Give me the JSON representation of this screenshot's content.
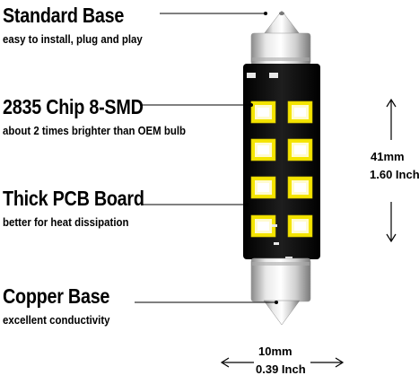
{
  "features": [
    {
      "title": "Standard Base",
      "subtitle": "easy to install, plug and play"
    },
    {
      "title": "2835 Chip 8-SMD",
      "subtitle": "about 2 times brighter than OEM bulb"
    },
    {
      "title": "Thick PCB Board",
      "subtitle": "better for heat dissipation"
    },
    {
      "title": "Copper Base",
      "subtitle": "excellent conductivity"
    }
  ],
  "dimensions": {
    "length_mm": "41mm",
    "length_inch": "1.60 Inch",
    "width_mm": "10mm",
    "width_inch": "0.39 Inch"
  },
  "colors": {
    "pcb": "#111111",
    "led_yellow": "#f4e400",
    "led_core": "#ffffff",
    "base_metal": "#c8c8c8",
    "leader_line": "#000000"
  },
  "icons": [
    "led-bulb-illustration",
    "arrow-up-icon",
    "arrow-down-icon",
    "arrow-left-icon",
    "arrow-right-icon"
  ]
}
